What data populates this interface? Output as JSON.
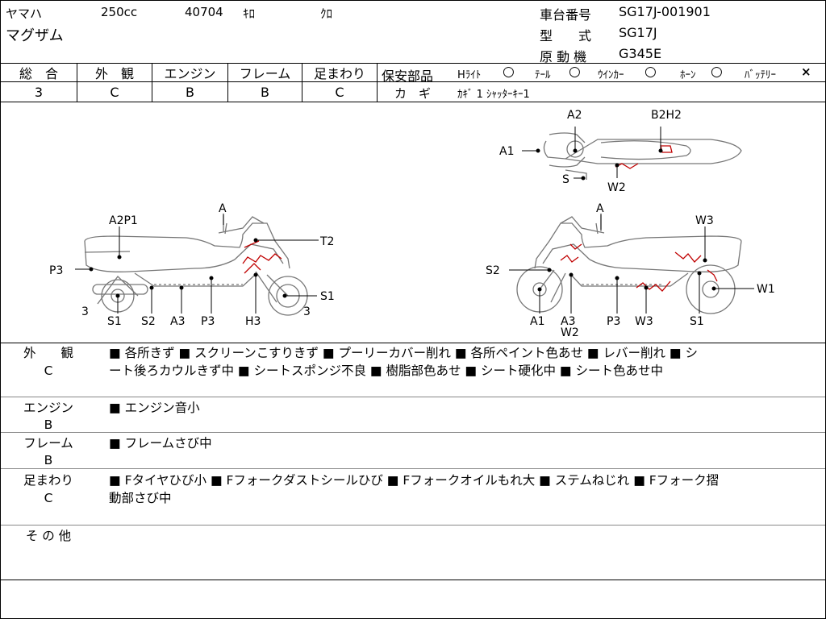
{
  "header": {
    "maker": "ヤマハ",
    "displacement": "250cc",
    "mileage": "40704",
    "mileage_unit": "ｷﾛ",
    "color": "ｸﾛ",
    "model_name": "マグザム",
    "frame_no_label": "車台番号",
    "frame_no": "SG17J-001901",
    "type_label": "型　　式",
    "type": "SG17J",
    "engine_label": "原 動 機",
    "engine": "G345E"
  },
  "grades": [
    {
      "label": "総　合",
      "value": "3"
    },
    {
      "label": "外　観",
      "value": "C"
    },
    {
      "label": "エンジン",
      "value": "B"
    },
    {
      "label": "フレーム",
      "value": "B"
    },
    {
      "label": "足まわり",
      "value": "C"
    }
  ],
  "safety": {
    "label": "保安部品",
    "items": [
      {
        "label": "Hﾗｲﾄ",
        "mark": "○"
      },
      {
        "label": "ﾃｰﾙ",
        "mark": "○"
      },
      {
        "label": "ｳｲﾝｶｰ",
        "mark": "○"
      },
      {
        "label": "ﾎｰﾝ",
        "mark": "○"
      },
      {
        "label": "ﾊﾞｯﾃﾘｰ",
        "mark": "×"
      }
    ],
    "key_label": "カ　ギ",
    "key_value": "ｶｷﾞ 1 ｼｬｯﾀｰｷｰ1"
  },
  "diagram": {
    "left": {
      "labels": [
        "A",
        "A2P1",
        "T2",
        "P3",
        "S1",
        "3",
        "3",
        "S1",
        "S2",
        "A3",
        "P3",
        "H3"
      ]
    },
    "right": {
      "labels": [
        "A",
        "W3",
        "S2",
        "W1",
        "A1",
        "A3",
        "W2",
        "P3",
        "W3",
        "S1"
      ]
    },
    "top": {
      "labels": [
        "A2",
        "B2H2",
        "A1",
        "S",
        "W2"
      ]
    }
  },
  "sections": [
    {
      "label": "外　　観",
      "grade": "C",
      "lines": [
        "■ 各所きず ■ スクリーンこすりきず ■ プーリーカバー削れ ■ 各所ペイント色あせ ■ レバー削れ ■ シ",
        "ート後ろカウルきず中 ■ シートスポンジ不良 ■ 樹脂部色あせ ■ シート硬化中 ■ シート色あせ中"
      ]
    },
    {
      "label": "エンジン",
      "grade": "B",
      "lines": [
        "■ エンジン音小"
      ]
    },
    {
      "label": "フレーム",
      "grade": "B",
      "lines": [
        "■ フレームさび中"
      ]
    },
    {
      "label": "足まわり",
      "grade": "C",
      "lines": [
        "■ Fタイヤひび小 ■ Fフォークダストシールひび ■ Fフォークオイルもれ大 ■ ステムねじれ ■ Fフォーク摺",
        "動部さび中"
      ]
    },
    {
      "label": "そ の 他",
      "grade": "",
      "lines": []
    }
  ],
  "colors": {
    "line": "#000000",
    "damage": "#c00000",
    "bike": "#666666"
  }
}
